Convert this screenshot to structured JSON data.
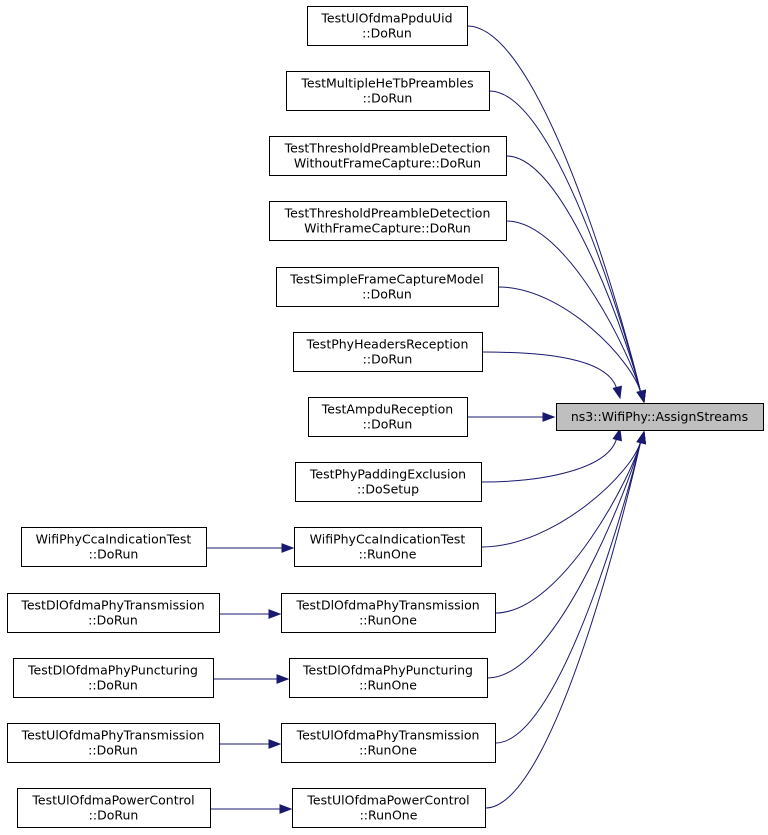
{
  "colors": {
    "edge": "#191970",
    "node_border": "#000000",
    "target_fill": "#bfbfbf",
    "node_fill": "#ffffff"
  },
  "target": {
    "lines": [
      "ns3::WifiPhy::AssignStreams"
    ]
  },
  "callers": [
    {
      "id": "c0",
      "lines": [
        "TestUlOfdmaPpduUid",
        "::DoRun"
      ]
    },
    {
      "id": "c1",
      "lines": [
        "TestMultipleHeTbPreambles",
        "::DoRun"
      ]
    },
    {
      "id": "c2",
      "lines": [
        "TestThresholdPreambleDetection",
        "WithoutFrameCapture::DoRun"
      ]
    },
    {
      "id": "c3",
      "lines": [
        "TestThresholdPreambleDetection",
        "WithFrameCapture::DoRun"
      ]
    },
    {
      "id": "c4",
      "lines": [
        "TestSimpleFrameCaptureModel",
        "::DoRun"
      ]
    },
    {
      "id": "c5",
      "lines": [
        "TestPhyHeadersReception",
        "::DoRun"
      ]
    },
    {
      "id": "c6",
      "lines": [
        "TestAmpduReception",
        "::DoRun"
      ]
    },
    {
      "id": "c7",
      "lines": [
        "TestPhyPaddingExclusion",
        "::DoSetup"
      ]
    },
    {
      "id": "c8",
      "lines": [
        "WifiPhyCcaIndicationTest",
        "::RunOne"
      ]
    },
    {
      "id": "c9",
      "lines": [
        "TestDlOfdmaPhyTransmission",
        "::RunOne"
      ]
    },
    {
      "id": "c10",
      "lines": [
        "TestDlOfdmaPhyPuncturing",
        "::RunOne"
      ]
    },
    {
      "id": "c11",
      "lines": [
        "TestUlOfdmaPhyTransmission",
        "::RunOne"
      ]
    },
    {
      "id": "c12",
      "lines": [
        "TestUlOfdmaPowerControl",
        "::RunOne"
      ]
    }
  ],
  "secondary_callers": [
    {
      "id": "s8",
      "calls": "c8",
      "lines": [
        "WifiPhyCcaIndicationTest",
        "::DoRun"
      ]
    },
    {
      "id": "s9",
      "calls": "c9",
      "lines": [
        "TestDlOfdmaPhyTransmission",
        "::DoRun"
      ]
    },
    {
      "id": "s10",
      "calls": "c10",
      "lines": [
        "TestDlOfdmaPhyPuncturing",
        "::DoRun"
      ]
    },
    {
      "id": "s11",
      "calls": "c11",
      "lines": [
        "TestUlOfdmaPhyTransmission",
        "::DoRun"
      ]
    },
    {
      "id": "s12",
      "calls": "c12",
      "lines": [
        "TestUlOfdmaPowerControl",
        "::DoRun"
      ]
    }
  ]
}
